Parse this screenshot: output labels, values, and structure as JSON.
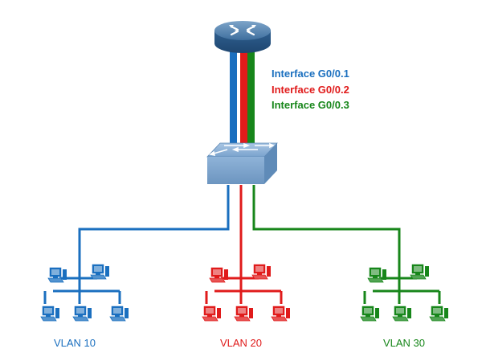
{
  "diagram": {
    "interfaces": [
      {
        "label": "Interface G0/0.1",
        "color": "#1a6fbf"
      },
      {
        "label": "Interface G0/0.2",
        "color": "#e01b1b"
      },
      {
        "label": "Interface G0/0.3",
        "color": "#17861a"
      }
    ],
    "vlans": [
      {
        "label": "VLAN 10",
        "color": "#1a6fbf"
      },
      {
        "label": "VLAN 20",
        "color": "#e01b1b"
      },
      {
        "label": "VLAN 30",
        "color": "#17861a"
      }
    ],
    "devices": {
      "router": "router-icon",
      "switch": "switch-icon",
      "pc": "pc-icon"
    }
  }
}
